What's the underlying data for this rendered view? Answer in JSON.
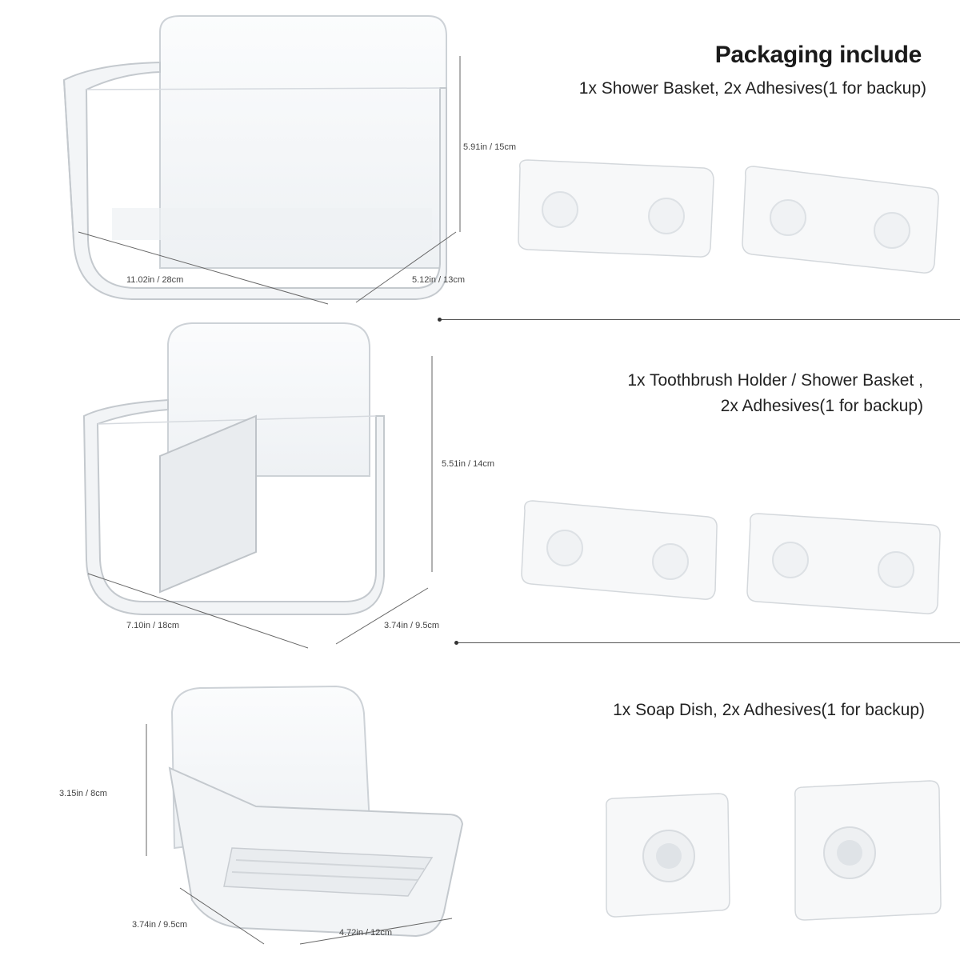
{
  "header": {
    "title": "Packaging include"
  },
  "sections": [
    {
      "id": "shower-basket",
      "caption_lines": [
        "1x Shower Basket, 2x Adhesives(1 for backup)"
      ],
      "dimensions": {
        "height": "5.91in / 15cm",
        "width": "11.02in / 28cm",
        "depth": "5.12in / 13cm"
      }
    },
    {
      "id": "toothbrush-holder",
      "caption_lines": [
        "1x Toothbrush Holder / Shower Basket ,",
        "2x Adhesives(1 for backup)"
      ],
      "dimensions": {
        "height": "5.51in / 14cm",
        "width": "7.10in / 18cm",
        "depth": "3.74in / 9.5cm"
      }
    },
    {
      "id": "soap-dish",
      "caption_lines": [
        "1x Soap Dish, 2x Adhesives(1 for backup)"
      ],
      "dimensions": {
        "height": "3.15in / 8cm",
        "depth": "3.74in / 9.5cm",
        "width": "4.72in / 12cm"
      }
    }
  ],
  "colors": {
    "background": "#ffffff",
    "product_outline": "#c9ced3",
    "product_fill": "#f4f6f8",
    "text": "#222222"
  }
}
